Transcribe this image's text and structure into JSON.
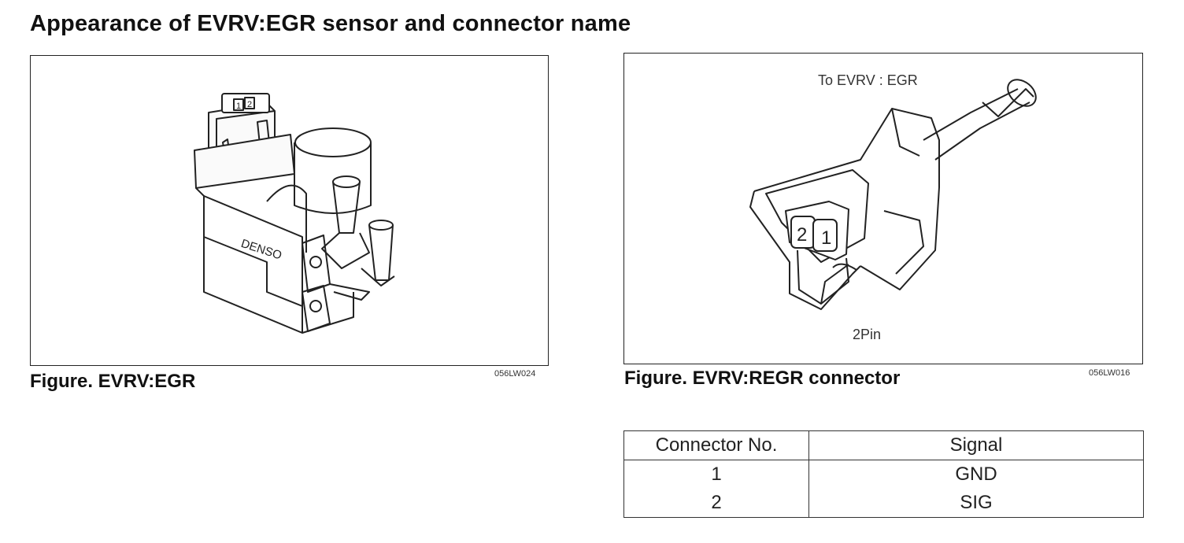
{
  "page_title": "Appearance of EVRV:EGR sensor and connector name",
  "figures": [
    {
      "caption": "Figure. EVRV:EGR",
      "code": "056LW024",
      "labels": {
        "brand": "DENSO",
        "pin1": "1",
        "pin2": "2"
      }
    },
    {
      "caption": "Figure. EVRV:REGR connector",
      "code": "056LW016",
      "labels": {
        "to": "To EVRV : EGR",
        "pin_count": "2Pin",
        "pin1": "1",
        "pin2": "2"
      }
    }
  ],
  "table": {
    "headers": [
      "Connector No.",
      "Signal"
    ],
    "rows": [
      [
        "1",
        "GND"
      ],
      [
        "2",
        "SIG"
      ]
    ]
  }
}
